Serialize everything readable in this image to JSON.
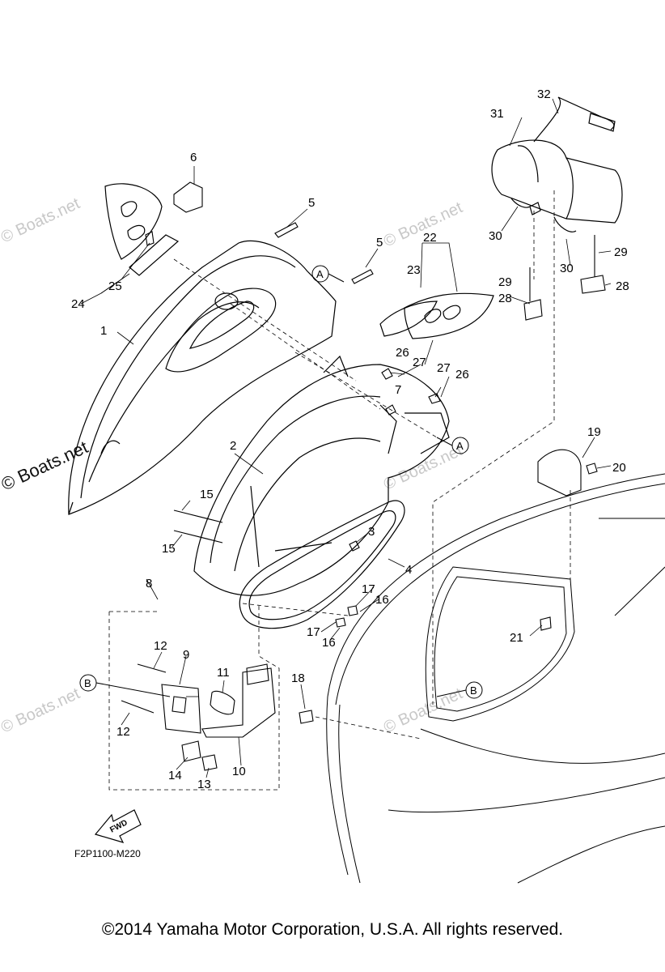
{
  "diagram": {
    "callouts": [
      "1",
      "2",
      "3",
      "4",
      "5",
      "5",
      "6",
      "7",
      "8",
      "9",
      "10",
      "11",
      "12",
      "12",
      "13",
      "14",
      "15",
      "15",
      "16",
      "16",
      "17",
      "17",
      "18",
      "19",
      "20",
      "21",
      "22",
      "23",
      "24",
      "25",
      "26",
      "26",
      "27",
      "27",
      "28",
      "28",
      "29",
      "29",
      "30",
      "30",
      "31",
      "32"
    ],
    "reference_marks": [
      "A",
      "A",
      "B",
      "B"
    ],
    "fwd_label": "FWD",
    "drawing_code": "F2P1100-M220",
    "watermark": "© Boats.net"
  },
  "footer": {
    "copyright": "©2014 Yamaha Motor Corporation, U.S.A. All rights reserved."
  }
}
